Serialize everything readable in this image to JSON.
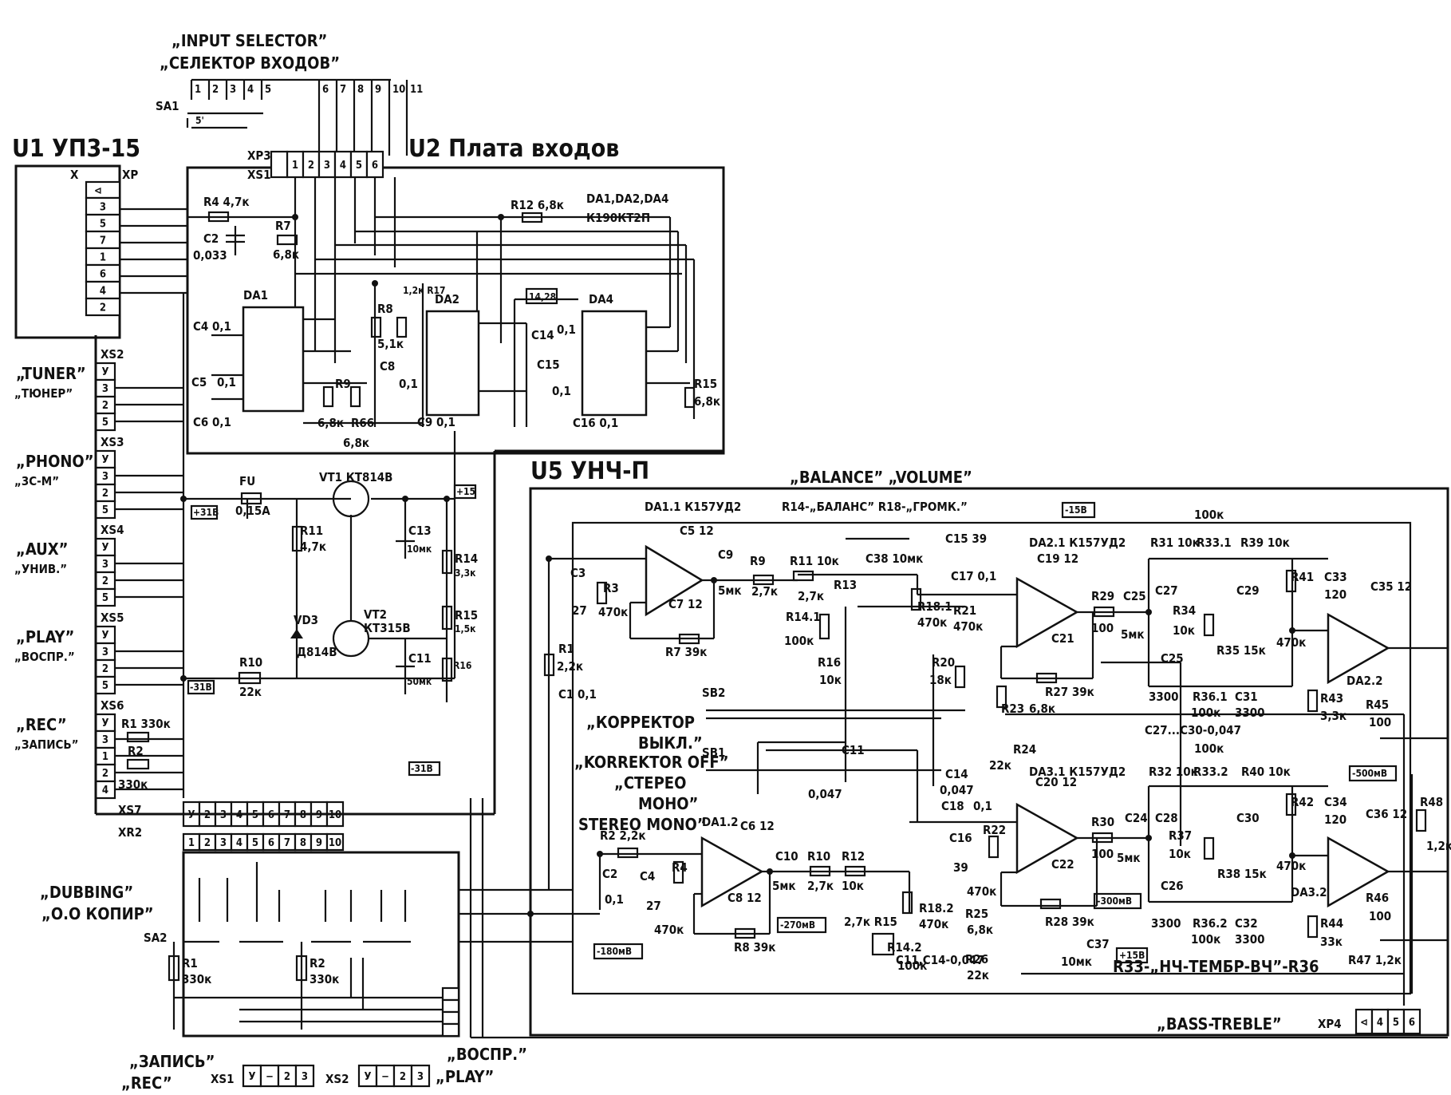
{
  "title_input_selector": "„INPUT SELECTOR”",
  "title_input_selector_ru": "„СЕЛЕКТОР ВХОДОВ”",
  "sa1": "SA1",
  "sa1_pos": "5'",
  "sa1_pins": [
    "1",
    "2",
    "3",
    "4",
    "5",
    "6",
    "7",
    "8",
    "9",
    "10",
    "11"
  ],
  "u1_label": "U1 УП3-15",
  "u2_label": "U2 Плата входов",
  "xp3": "XP3",
  "xs1": "XS1",
  "xp": "XP",
  "x": "X",
  "xp3_pins": [
    "1",
    "2",
    "3",
    "4",
    "5",
    "6"
  ],
  "u1_pins": [
    "3",
    "5",
    "7",
    "1",
    "6",
    "4",
    "2"
  ],
  "ic_types": "DA1,DA2,DA4",
  "ic_part": "К190КТ2П",
  "da1": "DA1",
  "da2": "DA2",
  "da4": "DA4",
  "u2_parts": {
    "r4": "R4 4,7к",
    "r7": "R7",
    "r7v": "6,8к",
    "c2": "C2",
    "c2v": "0,033",
    "r12": "R12 6,8к",
    "r8": "R8",
    "r8v": "5,1к",
    "r17": "1,2к R17",
    "c8": "C8",
    "c8v": "0,1",
    "r9": "R9",
    "r9v": "6,8к",
    "r66": "R66",
    "r66v": "6,8к",
    "c4": "C4 0,1",
    "c5": "C5",
    "c5v": "0,1",
    "c6": "C6 0,1",
    "c9": "C9 0,1",
    "c14": "C14",
    "c14v": "0,1",
    "c15": "C15",
    "c15v": "0,1",
    "c16": "C16 0,1",
    "r15": "R15",
    "r15v": "6,8к",
    "n1428": "14,28"
  },
  "inputs": [
    {
      "en": "„TUNER”",
      "ru": "„ТЮНЕР”",
      "xs": "XS2"
    },
    {
      "en": "„PHONO”",
      "ru": "„3С-М”",
      "xs": "XS3"
    },
    {
      "en": "„AUX”",
      "ru": "„УНИВ.”",
      "xs": "XS4"
    },
    {
      "en": "„PLAY”",
      "ru": "„ВОСПР.”",
      "xs": "XS5"
    },
    {
      "en": "„REC”",
      "ru": "„ЗАПИСЬ”",
      "xs": "XS6"
    }
  ],
  "jack_pins": [
    "У",
    "3",
    "2",
    "5"
  ],
  "xs6_pins": [
    "У",
    "3",
    "1",
    "2",
    "4"
  ],
  "xs6_r1": "R1 330к",
  "xs6_r2": "R2",
  "xs6_r2v": "330к",
  "ps": {
    "fu": "FU",
    "fuv": "0,15А",
    "vt1": "VT1 КТ814В",
    "vt2": "VT2",
    "vt2v": "КТ315В",
    "r11": "R11",
    "r11v": "4,7к",
    "vd3": "VD3",
    "vd3v": "Д814В",
    "r10": "R10",
    "r10v": "22к",
    "c13": "C13",
    "c13v": "10мк",
    "c11": "C11",
    "c11v": "50мк",
    "r14": "R14",
    "r14v": "3,3к",
    "r15": "R15",
    "r15v": "1,5к",
    "r16": "R16",
    "p31": "+31В",
    "m31": "-31В",
    "p15": "+15",
    "m31b": "-31В"
  },
  "xs7": "XS7",
  "xr2": "XR2",
  "xs7_pins": [
    "У",
    "2",
    "3",
    "4",
    "5",
    "6",
    "7",
    "8",
    "9",
    "10"
  ],
  "xr2_pins": [
    "1",
    "2",
    "3",
    "4",
    "5",
    "6",
    "7",
    "8",
    "9",
    "10"
  ],
  "dubbing": "„DUBBING”",
  "dubbing_ru": "„О.О КОПИР”",
  "sa2": "SA2",
  "sa2_parts": {
    "r1": "R1",
    "r1v": "330к",
    "r2": "R2",
    "r2v": "330к"
  },
  "rec_ru": "„ЗАПИСЬ”",
  "rec_en": "„REC”",
  "play_ru": "„ВОСПР.”",
  "play_en": "„PLAY”",
  "xs1b": "XS1",
  "xs2b": "XS2",
  "u5_label": "U5 УНЧ-П",
  "balance_volume": "„BALANCE” „VOLUME”",
  "r14r18": "R14-„БАЛАНС” R18-„ГРОМК.”",
  "da11": "DA1.1 К157УД2",
  "da21": "DA2.1 К157УД2",
  "da31": "DA3.1 К157УД2",
  "da12": "DA1.2",
  "da22": "DA2.2",
  "da32": "DA3.2",
  "korrektor": "„КОРРЕКТОР",
  "vykl": "ВЫКЛ.”",
  "korrektor_off": "„KORREKTOR OFF”",
  "stereo": "„СТЕРЕО",
  "mono": "МОНО”",
  "stereo_mono": "STEREO MONO”",
  "sb1": "SB1",
  "sb2": "SB2",
  "bass_treble": "„BASS-TREBLE”",
  "r33r36": "R33-„НЧ-ТЕМБР-ВЧ”-R36",
  "c27c30": "C27...C30-0,047",
  "c11c14": "C11,C14-0,047",
  "xp4": "XP4",
  "mv": {
    "m15b": "-15В",
    "m300": "-300мВ",
    "m270": "-270мВ",
    "m180": "-180мВ",
    "m500": "-500мВ",
    "p15b": "+15В"
  },
  "u5_top": {
    "c5": "C5 12",
    "c9": "C9",
    "c9v": "5мк",
    "r9": "R9",
    "r9v": "2,7к",
    "r11": "R11 10к",
    "r13": "R13",
    "r13v": "2,7к",
    "r14": "R14.1",
    "r14v": "100к",
    "r16": "R16",
    "r16v": "10к",
    "c3": "C3",
    "c3v": "27",
    "r3": "R3",
    "r3v": "470к",
    "c7": "C7 12",
    "r7": "R7 39к",
    "r1": "R1",
    "r1v": "2,2к",
    "c1": "C1 0,1",
    "c38": "C38 10мк",
    "c15": "C15 39",
    "c17": "C17 0,1",
    "r18": "R18.1",
    "r18v": "470к",
    "r21": "R21",
    "r21v": "470к",
    "c19": "C19 12",
    "r29": "R29",
    "r29v": "100",
    "c25": "C25",
    "c25v": "5мк",
    "c21": "C21",
    "r27": "R27 39к",
    "r23": "R23",
    "r23v": "6,8к",
    "r24": "R24",
    "r24v": "22к",
    "r20": "R20",
    "r20v": "18к",
    "r31": "R31 10к",
    "r331": "R33.1",
    "r39": "R39 10к",
    "c27": "C27",
    "c29": "C29",
    "r34": "R34",
    "r34v": "10к",
    "r35": "R35 15к",
    "c25b": "C25",
    "c25bv": "3300",
    "r361": "R36.1",
    "r361v": "100к",
    "c31": "C31",
    "c31v": "3300",
    "r41": "R41",
    "r41v": "470к",
    "c33": "C33",
    "c33v": "120",
    "c35": "C35 12",
    "r43": "R43",
    "r43v": "3,3к",
    "r45": "R45",
    "r45v": "100",
    "n100k": "100к",
    "n100k2": "100к"
  },
  "u5_bot": {
    "r2": "R2 2,2к",
    "c2": "C2",
    "c2v": "0,1",
    "c6": "C6 12",
    "c8": "C8 12",
    "r8": "R8 39к",
    "c10": "C10",
    "c10v": "5мк",
    "r10": "R10",
    "r10v": "2,7к",
    "r12": "R12",
    "r12v": "10к",
    "c4": "C4",
    "c4v": "27",
    "r4": "R4",
    "r4v": "470к",
    "r15": "2,7к R15",
    "r142": "R14.2",
    "r142v": "100к",
    "c18": "C18",
    "c18v": "0,1",
    "c16": "C16",
    "c16v": "39",
    "r22": "R22",
    "r22v": "470к",
    "r182": "R18.2",
    "r182v": "470к",
    "c20": "C20 12",
    "r30": "R30",
    "r30v": "100",
    "c24": "C24",
    "c24v": "5мк",
    "c22": "C22",
    "r28": "R28 39к",
    "r25": "R25",
    "r25v": "6,8к",
    "r26": "R26",
    "r26v": "22к",
    "c37": "C37",
    "c37v": "10мк",
    "r32": "R32 10к",
    "r332": "R33.2",
    "r40": "R40 10к",
    "c28": "C28",
    "c30": "C30",
    "r37": "R37",
    "r37v": "10к",
    "r38": "R38 15к",
    "c26": "C26",
    "c26v": "3300",
    "r362": "R36.2",
    "r362v": "100к",
    "c32": "C32",
    "c32v": "3300",
    "r42": "R42",
    "r42v": "470к",
    "c34": "C34",
    "c34v": "120",
    "c36": "C36 12",
    "r44": "R44",
    "r44v": "33к",
    "r46": "R46",
    "r46v": "100",
    "r47": "R47 1,2к",
    "r48": "R48",
    "r48v": "1,2к",
    "c11": "C11",
    "c14": "C14",
    "c14v": "0,047",
    "c11v": "0,047"
  }
}
